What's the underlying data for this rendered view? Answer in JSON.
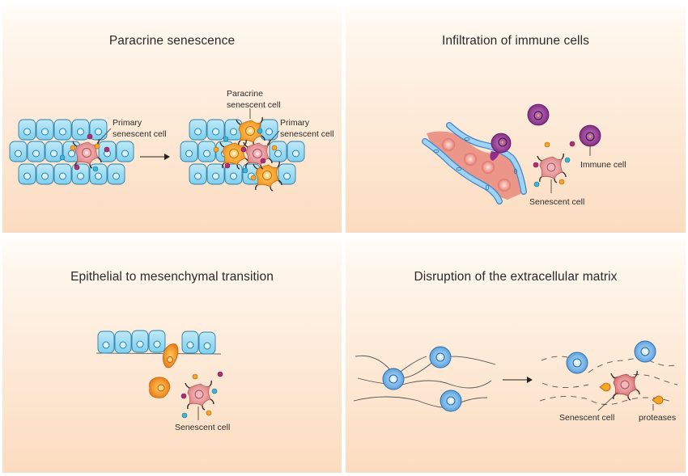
{
  "figure": {
    "panels": [
      {
        "title": "Paracrine senescence",
        "labels": {
          "primary_left": [
            "Primary",
            "senescent cell"
          ],
          "paracrine": [
            "Paracrine",
            "senescent cell"
          ],
          "primary_right": [
            "Primary",
            "senescent cell"
          ]
        }
      },
      {
        "title": "Infiltration of immune cells",
        "labels": {
          "immune": "Immune cell",
          "senescent": "Senescent cell"
        }
      },
      {
        "title": "Epithelial to mesenchymal transition",
        "labels": {
          "senescent": "Senescent cell"
        }
      },
      {
        "title": "Disruption of the extracellular matrix",
        "labels": {
          "senescent": "Senescent cell",
          "proteases": "proteases"
        }
      }
    ],
    "colors": {
      "epithelial_cell": "#8fd8f2",
      "epithelial_stroke": "#2a7fa8",
      "senescent_cell": "#e8a0a0",
      "paracrine_cell": "#f5a623",
      "immune_cell": "#8e2f8e",
      "fibroblast": "#5aa8e6",
      "vessel": "#e98a80",
      "factor_orange": "#f5a623",
      "factor_magenta": "#b02e7a",
      "factor_cyan": "#3ab8dc"
    }
  }
}
